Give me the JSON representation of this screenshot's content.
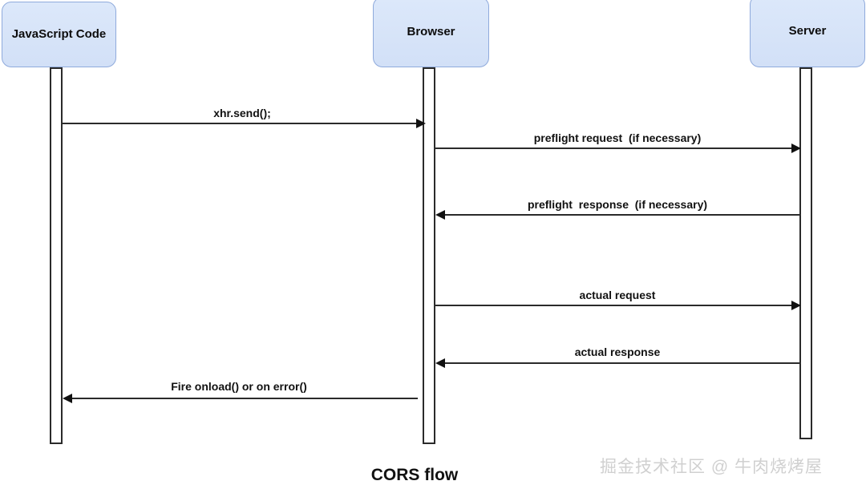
{
  "diagram": {
    "caption": "CORS flow",
    "watermark": "掘金技术社区 @ 牛肉烧烤屋",
    "colors": {
      "actor_fill": "#d6e3f8",
      "actor_border": "#8faadc",
      "line": "#2b2b2b",
      "text": "#111111",
      "watermark": "#d0d0d0",
      "background": "#ffffff"
    },
    "actors": [
      {
        "id": "js",
        "label": "JavaScript\nCode"
      },
      {
        "id": "browser",
        "label": "Browser"
      },
      {
        "id": "server",
        "label": "Server"
      }
    ],
    "messages": [
      {
        "id": "m1",
        "label": "xhr.send();",
        "from": "js",
        "to": "browser",
        "direction": "right"
      },
      {
        "id": "m2",
        "label": "preflight request  (if necessary)",
        "from": "browser",
        "to": "server",
        "direction": "right"
      },
      {
        "id": "m3",
        "label": "preflight  response  (if necessary)",
        "from": "server",
        "to": "browser",
        "direction": "left"
      },
      {
        "id": "m4",
        "label": "actual request",
        "from": "browser",
        "to": "server",
        "direction": "right"
      },
      {
        "id": "m5",
        "label": "actual response",
        "from": "server",
        "to": "browser",
        "direction": "left"
      },
      {
        "id": "m6",
        "label": "Fire onload() or on error()",
        "from": "browser",
        "to": "js",
        "direction": "left"
      }
    ]
  }
}
